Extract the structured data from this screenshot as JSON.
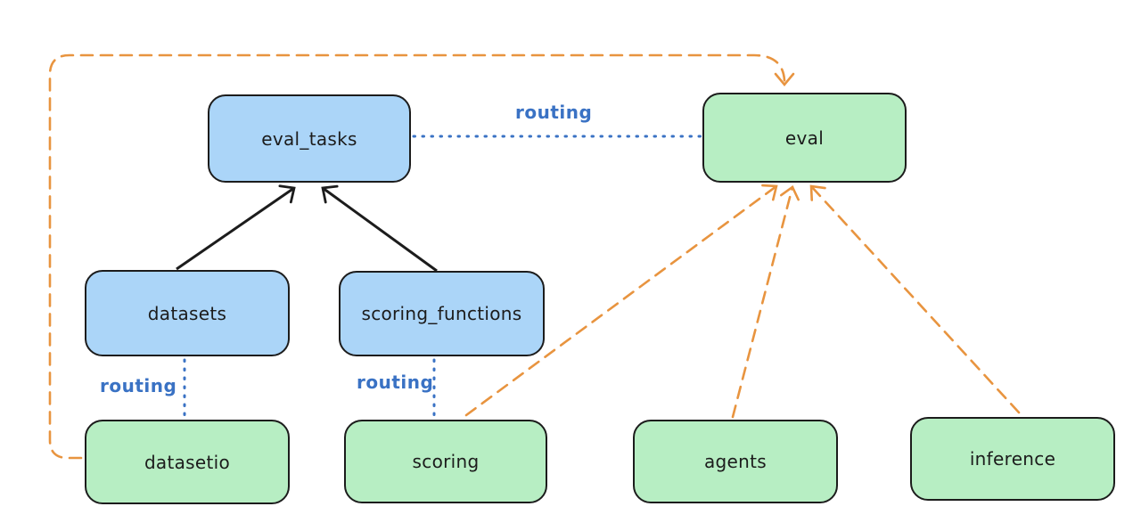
{
  "diagram": {
    "background_color": "#ffffff",
    "colors": {
      "resource_fill_blue": "#abd5f8",
      "provider_fill_green": "#b7eec3",
      "node_stroke": "#1c1c1c",
      "routing_blue": "#3a72c4",
      "provider_arrow_orange": "#e8943f",
      "solid_arrow_black": "#1c1c1c"
    },
    "nodes": {
      "eval_tasks": {
        "label": "eval_tasks",
        "fill_color": "#abd5f8"
      },
      "eval": {
        "label": "eval",
        "fill_color": "#b7eec3"
      },
      "datasets": {
        "label": "datasets",
        "fill_color": "#abd5f8"
      },
      "scoring_functions": {
        "label": "scoring_functions",
        "fill_color": "#abd5f8"
      },
      "datasetio": {
        "label": "datasetio",
        "fill_color": "#b7eec3"
      },
      "scoring": {
        "label": "scoring",
        "fill_color": "#b7eec3"
      },
      "agents": {
        "label": "agents",
        "fill_color": "#b7eec3"
      },
      "inference": {
        "label": "inference",
        "fill_color": "#b7eec3"
      }
    },
    "edge_labels": {
      "eval_tasks_to_eval": "routing",
      "datasets_to_datasetio": "routing",
      "scoring_functions_to_scoring": "routing"
    },
    "edges": [
      {
        "from": "datasets",
        "to": "eval_tasks",
        "style": "solid",
        "color": "#1c1c1c",
        "arrowhead": true
      },
      {
        "from": "scoring_functions",
        "to": "eval_tasks",
        "style": "solid",
        "color": "#1c1c1c",
        "arrowhead": true
      },
      {
        "from": "eval_tasks",
        "to": "eval",
        "style": "dotted",
        "color": "#3a72c4",
        "arrowhead": false,
        "label": "routing"
      },
      {
        "from": "datasets",
        "to": "datasetio",
        "style": "dotted",
        "color": "#3a72c4",
        "arrowhead": false,
        "label": "routing"
      },
      {
        "from": "scoring_functions",
        "to": "scoring",
        "style": "dotted",
        "color": "#3a72c4",
        "arrowhead": false,
        "label": "routing"
      },
      {
        "from": "datasetio",
        "to": "eval",
        "style": "dashed",
        "color": "#e8943f",
        "arrowhead": true
      },
      {
        "from": "scoring",
        "to": "eval",
        "style": "dashed",
        "color": "#e8943f",
        "arrowhead": true
      },
      {
        "from": "agents",
        "to": "eval",
        "style": "dashed",
        "color": "#e8943f",
        "arrowhead": true
      },
      {
        "from": "inference",
        "to": "eval",
        "style": "dashed",
        "color": "#e8943f",
        "arrowhead": true
      }
    ]
  }
}
